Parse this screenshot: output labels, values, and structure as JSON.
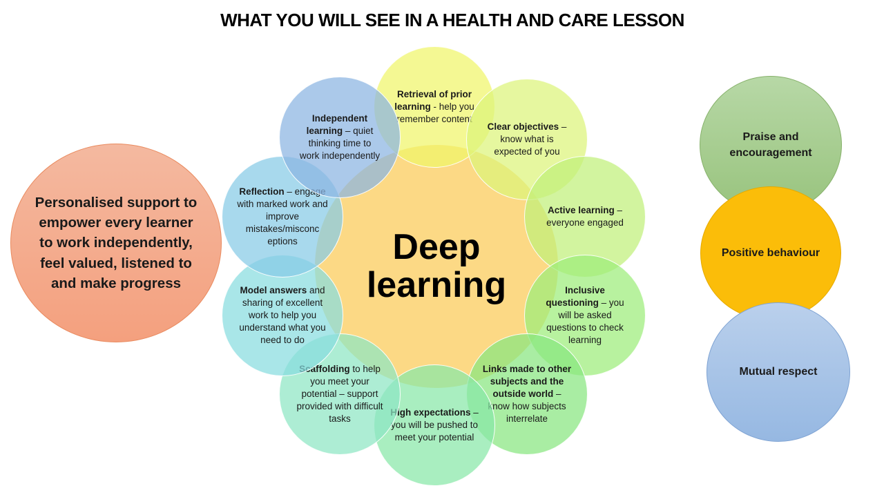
{
  "title": "WHAT YOU WILL SEE IN A HEALTH AND CARE LESSON",
  "center": {
    "line1": "Deep",
    "line2": "learning"
  },
  "left_circle": {
    "text": "Personalised support to empower every learner to work independently, feel valued, listened to and make progress",
    "color": "#f4a98a"
  },
  "petals": [
    {
      "bold": "Retrieval of prior learning",
      "rest": " - help you remember content",
      "color": "#f0f56a"
    },
    {
      "bold": "Clear objectives",
      "rest": " – know what is expected of you",
      "color": "#dcf47a"
    },
    {
      "bold": "Active learning",
      "rest": " – everyone engaged",
      "color": "#c0f07a"
    },
    {
      "bold": "Inclusive questioning",
      "rest": " – you will be asked questions to check learning",
      "color": "#9ced7a"
    },
    {
      "bold": "Links made to other subjects and the outside world",
      "rest": " – know how subjects interrelate",
      "color": "#88e680"
    },
    {
      "bold": "High expectations",
      "rest": " – you will be pushed to meet your potential",
      "color": "#88e8a8"
    },
    {
      "bold": "Scaffolding",
      "rest": " to help you meet your potential – support provided with difficult tasks",
      "color": "#8ee6c4"
    },
    {
      "bold": "Model answers",
      "rest": " and sharing of excellent work to help you understand what you need to do",
      "color": "#88dcdf"
    },
    {
      "bold": "Reflection",
      "rest": " – engage with marked work and improve mistakes/misconc eptions",
      "color": "#86cbe6"
    },
    {
      "bold": "Independent learning",
      "rest": " – quiet thinking time to work independently",
      "color": "#8ab4e2"
    }
  ],
  "right_circles": [
    {
      "text": "Praise and encouragement",
      "color": "#a8ce92"
    },
    {
      "text": "Positive behaviour",
      "color": "#fbbd09"
    },
    {
      "text": "Mutual respect",
      "color": "#a8c4e8"
    }
  ]
}
